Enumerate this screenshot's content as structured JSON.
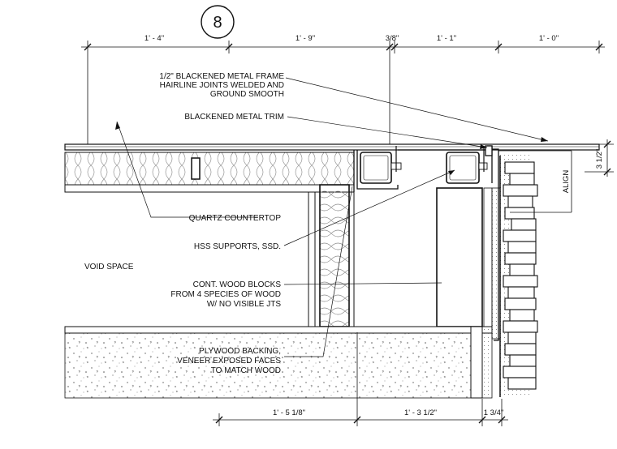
{
  "detail": {
    "number": "8"
  },
  "dimensions": {
    "top": [
      "1' - 4\"",
      "1' - 9\"",
      "3/8\"",
      "1' - 1\"",
      "1' - 0\""
    ],
    "bottom": [
      "1' - 5 1/8\"",
      "1' - 3 1/2\"",
      "1 3/4\""
    ],
    "right": "3 1/2\"",
    "align": "ALIGN"
  },
  "callouts": {
    "frame": [
      "1/2\" BLACKENED METAL FRAME",
      "HAIRLINE JOINTS WELDED AND",
      "GROUND SMOOTH"
    ],
    "trim": "BLACKENED METAL TRIM",
    "countertop": "QUARTZ COUNTERTOP",
    "hss": "HSS SUPPORTS, SSD.",
    "blocks": [
      "CONT. WOOD BLOCKS",
      "FROM 4 SPECIES OF WOOD",
      "W/ NO VISIBLE JTS"
    ],
    "plywood": [
      "PLYWOOD BACKING,",
      "VENEER EXPOSED FACES",
      "TO MATCH WOOD"
    ],
    "void": "VOID SPACE"
  }
}
